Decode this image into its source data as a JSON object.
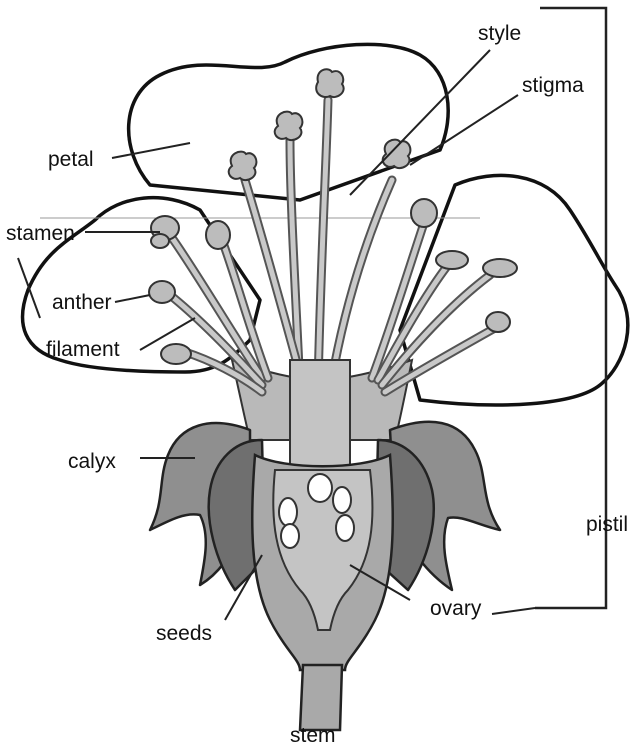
{
  "labels": {
    "style": "style",
    "stigma": "stigma",
    "petal": "petal",
    "stamen": "stamen",
    "anther": "anther",
    "filament": "filament",
    "calyx": "calyx",
    "pistil": "pistil",
    "ovary": "ovary",
    "seeds": "seeds",
    "stem": "stem"
  }
}
